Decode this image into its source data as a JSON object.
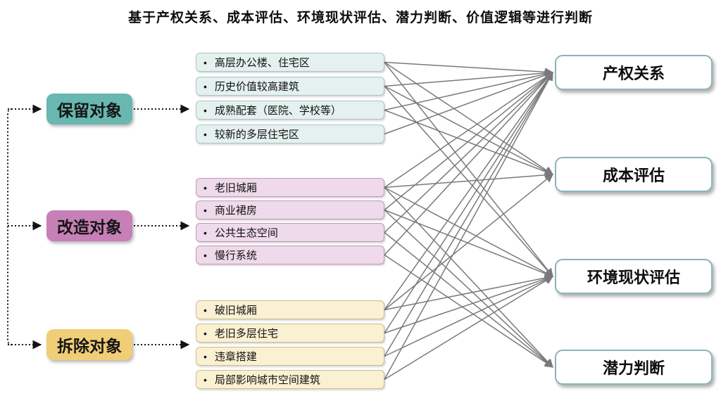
{
  "title": "基于产权关系、成本评估、环境现状评估、潜力判断、价值逻辑等进行判断",
  "bullet": "•",
  "colors": {
    "retain_box": "#68b7b0",
    "renovate_box": "#c77fb8",
    "demolish_box": "#f0cd77",
    "retain_item_fill": "#e4f1ee",
    "retain_item_border": "#a9c6c2",
    "renovate_item_fill": "#eedaea",
    "renovate_item_border": "#c795b8",
    "demolish_item_fill": "#faf0d2",
    "demolish_item_border": "#cbbd8e",
    "criteria_border": "#8ab4b8",
    "connection_line": "#7a7a7a",
    "dotted_arrow": "#141414"
  },
  "groups": [
    {
      "label": "保留对象",
      "items": [
        "高层办公楼、住宅区",
        "历史价值较高建筑",
        "成熟配套（医院、学校等）",
        "较新的多层住宅区"
      ]
    },
    {
      "label": "改造对象",
      "items": [
        "老旧城厢",
        "商业裙房",
        "公共生态空间",
        "慢行系统"
      ]
    },
    {
      "label": "拆除对象",
      "items": [
        "破旧城厢",
        "老旧多层住宅",
        "违章搭建",
        "局部影响城市空间建筑"
      ]
    }
  ],
  "criteria": [
    "产权关系",
    "成本评估",
    "环境现状评估",
    "潜力判断"
  ],
  "connections": [
    [
      0,
      0
    ],
    [
      0,
      1
    ],
    [
      0,
      2
    ],
    [
      1,
      0
    ],
    [
      1,
      1
    ],
    [
      1,
      2
    ],
    [
      2,
      0
    ],
    [
      2,
      1
    ],
    [
      3,
      0
    ],
    [
      4,
      0
    ],
    [
      4,
      1
    ],
    [
      4,
      2
    ],
    [
      4,
      3
    ],
    [
      5,
      0
    ],
    [
      5,
      2
    ],
    [
      5,
      3
    ],
    [
      6,
      0
    ],
    [
      6,
      3
    ],
    [
      7,
      0
    ],
    [
      7,
      3
    ],
    [
      8,
      0
    ],
    [
      8,
      1
    ],
    [
      8,
      2
    ],
    [
      9,
      0
    ],
    [
      9,
      2
    ],
    [
      10,
      0
    ],
    [
      10,
      2
    ],
    [
      11,
      0
    ],
    [
      11,
      2
    ]
  ]
}
